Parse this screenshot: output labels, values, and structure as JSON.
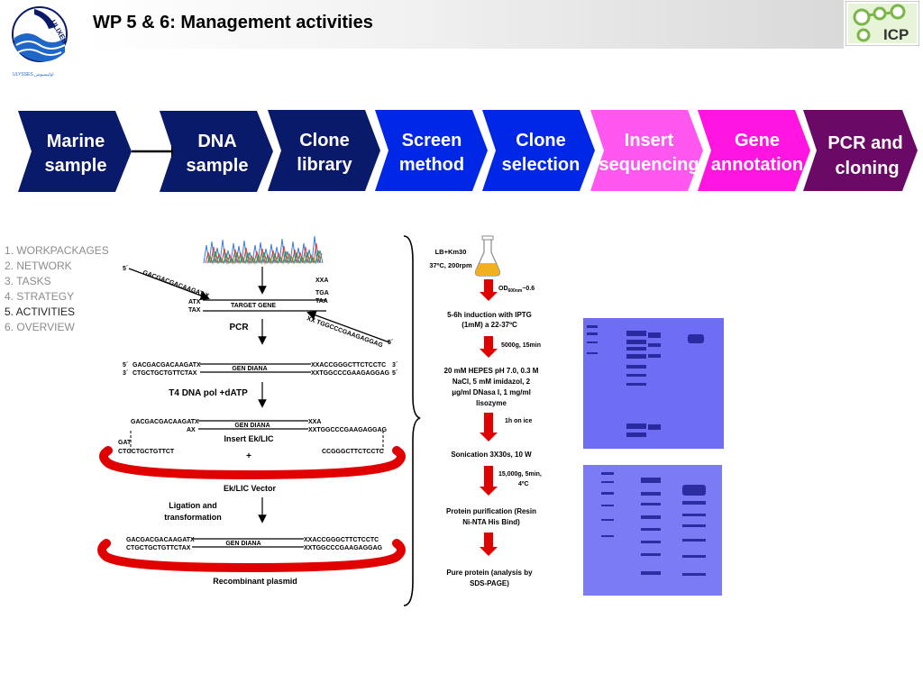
{
  "header": {
    "title": "WP 5 & 6: Management activities"
  },
  "logos": {
    "left_text": "ULIXES",
    "left_caption": "ULYSSES  اوليسيوس",
    "right_text": "ICP"
  },
  "steps": [
    {
      "label_1": "Marine",
      "label_2": "sample",
      "color": "#0a1a6b"
    },
    {
      "label_1": "DNA",
      "label_2": "sample",
      "color": "#0a1a6b"
    },
    {
      "label_1": "Clone",
      "label_2": "library",
      "color": "#0a1a6b"
    },
    {
      "label_1": "Screen",
      "label_2": "method",
      "color": "#0026e6"
    },
    {
      "label_1": "Clone",
      "label_2": "selection",
      "color": "#0026e6"
    },
    {
      "label_1": "Insert",
      "label_2": "sequencing",
      "color": "#ff57ef"
    },
    {
      "label_1": "Gene",
      "label_2": "annotation",
      "color": "#ff14e0"
    },
    {
      "label_1": "PCR and",
      "label_2": "cloning",
      "color": "#6b0a66"
    }
  ],
  "nav": {
    "items": [
      "1. WORKPACKAGES",
      "2. NETWORK",
      "3. TASKS",
      "4. STRATEGY",
      "5. ACTIVITIES",
      "6. OVERVIEW"
    ],
    "active_index": 4
  },
  "cloning": {
    "five_prime_top": "5´",
    "primer_left": "GACGACGACAAGAT X",
    "xxa": "XXA",
    "tga": "TGA",
    "taa": "TAA",
    "atx": "ATX",
    "tax": "TAX",
    "target_gene": "TARGET GENE",
    "primer_right": "XX TGGCCCGAAGAGGAG",
    "five_prime_right": "5´",
    "pcr": "PCR",
    "row2_five": "5´",
    "row2_three": "3´",
    "row2_left_top": "GACGACGACAAGATX",
    "row2_left_bottom": "CTGCTGCTGTTCTAX",
    "gen_diana": "GEN DIANA",
    "row2_right_top": "XXACCGGGCTTCTCCTC",
    "row2_right_bottom": "XXTGGCCCGAAGAGGAG",
    "row2_three_right": "3´",
    "row2_five_right": "5´",
    "t4": "T4 DNA pol +dATP",
    "row3_left_top": "GACGACGACAAGATX",
    "row3_ax": "AX",
    "row3_xxa": "XXA",
    "row3_right": "XXTGGCCCGAAGAGGAG",
    "insert": "Insert Ek/LIC",
    "gat": "GAT",
    "vector_left": "CTGCTGCTGTTCT",
    "plus": "+",
    "vector_right": "CCGGGCTTCTCCTC",
    "vector": "Ek/LIC Vector",
    "ligation_1": "Ligation and",
    "ligation_2": "transformation",
    "row4_left_top": "GACGACGACAAGATX",
    "row4_left_bottom": "CTGCTGCTGTTCTAX",
    "row4_right_top": "XXACCGGGCTTCTCCTC",
    "row4_right_bottom": "XXTGGCCCGAAGAGGAG",
    "recombinant": "Recombinant plasmid"
  },
  "protocol": {
    "medium": "LB+Km30",
    "growth": "37ºC, 200rpm",
    "od_main": "OD",
    "od_sub": "600nm",
    "od_value": "~0.6",
    "induction_1": "5-6h induction with IPTG",
    "induction_2": "(1mM) a 22-37ºC",
    "spin1": "5000g, 15min",
    "buffer_1": "20 mM HEPES pH 7.0, 0.3 M",
    "buffer_2": "NaCl, 5 mM imidazol, 2",
    "buffer_3": "μg/ml DNasa I, 1 mg/ml",
    "buffer_4": "lisozyme",
    "ice": "1h on ice",
    "sonication": "Sonication 3X30s, 10 W",
    "spin2_1": "15,000g, 5min,",
    "spin2_2": "4ºC",
    "purif_1": "Protein purification (Resin",
    "purif_2": "Ni-NTA His Bind)",
    "pure_1": "Pure protein (analysis by",
    "pure_2": "SDS-PAGE)"
  }
}
